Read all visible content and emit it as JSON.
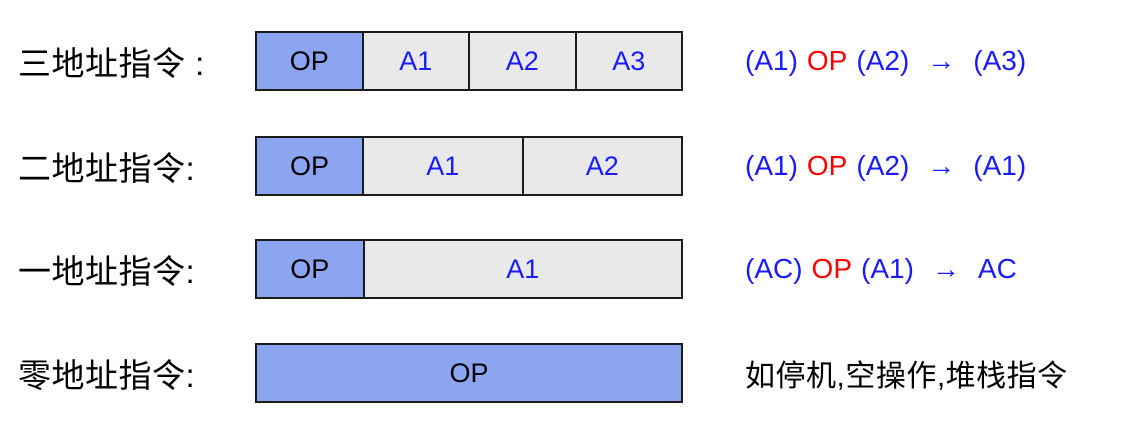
{
  "colors": {
    "op_fill": "#8CA5F0",
    "addr_fill": "#E9E9E9",
    "box_border": "#1B1B1B",
    "blue_text": "#1A1AFF",
    "red_text": "#FF0000",
    "black_text": "#000000"
  },
  "rows": [
    {
      "label": "三地址指令 :",
      "cells": [
        "OP",
        "A1",
        "A2",
        "A3"
      ],
      "formula": {
        "operand1": "(A1)",
        "op": "OP",
        "operand2": "(A2)",
        "arrow": "→",
        "result": "(A3)"
      }
    },
    {
      "label": "二地址指令:",
      "cells": [
        "OP",
        "A1",
        "A2"
      ],
      "formula": {
        "operand1": "(A1)",
        "op": "OP",
        "operand2": "(A2)",
        "arrow": "→",
        "result": "(A1)"
      }
    },
    {
      "label": "一地址指令:",
      "cells": [
        "OP",
        "A1"
      ],
      "formula": {
        "operand1": "(AC)",
        "op": "OP",
        "operand2": "(A1)",
        "arrow": "→",
        "result": "AC"
      }
    },
    {
      "label": "零地址指令:",
      "cells": [
        "OP"
      ],
      "note": "如停机,空操作,堆栈指令"
    }
  ]
}
